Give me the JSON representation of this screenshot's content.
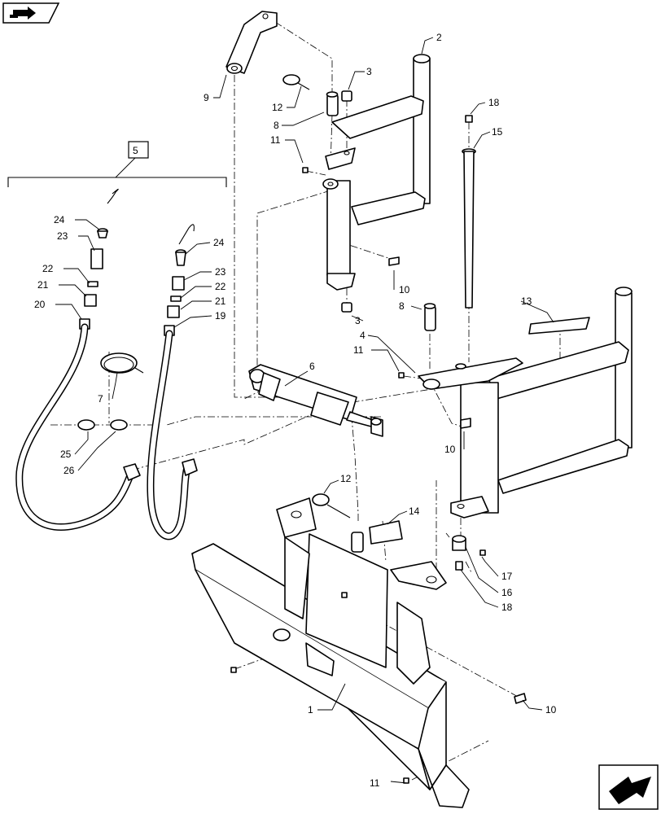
{
  "icons": {
    "top_left": "book-arrow-icon",
    "bottom_right": "next-page-arrow-icon"
  },
  "group_label": "5",
  "callouts": [
    {
      "id": "c1",
      "text": "1"
    },
    {
      "id": "c2",
      "text": "2"
    },
    {
      "id": "c3a",
      "text": "3"
    },
    {
      "id": "c3b",
      "text": "3"
    },
    {
      "id": "c4",
      "text": "4"
    },
    {
      "id": "c6",
      "text": "6"
    },
    {
      "id": "c7",
      "text": "7"
    },
    {
      "id": "c8a",
      "text": "8"
    },
    {
      "id": "c8b",
      "text": "8"
    },
    {
      "id": "c9",
      "text": "9"
    },
    {
      "id": "c10a",
      "text": "10"
    },
    {
      "id": "c10b",
      "text": "10"
    },
    {
      "id": "c10c",
      "text": "10"
    },
    {
      "id": "c11a",
      "text": "11"
    },
    {
      "id": "c11b",
      "text": "11"
    },
    {
      "id": "c11c",
      "text": "11"
    },
    {
      "id": "c12a",
      "text": "12"
    },
    {
      "id": "c12b",
      "text": "12"
    },
    {
      "id": "c13",
      "text": "13"
    },
    {
      "id": "c14",
      "text": "14"
    },
    {
      "id": "c15",
      "text": "15"
    },
    {
      "id": "c16",
      "text": "16"
    },
    {
      "id": "c17",
      "text": "17"
    },
    {
      "id": "c18a",
      "text": "18"
    },
    {
      "id": "c18b",
      "text": "18"
    },
    {
      "id": "c19",
      "text": "19"
    },
    {
      "id": "c20",
      "text": "20"
    },
    {
      "id": "c21a",
      "text": "21"
    },
    {
      "id": "c21b",
      "text": "21"
    },
    {
      "id": "c22a",
      "text": "22"
    },
    {
      "id": "c22b",
      "text": "22"
    },
    {
      "id": "c23a",
      "text": "23"
    },
    {
      "id": "c23b",
      "text": "23"
    },
    {
      "id": "c24a",
      "text": "24"
    },
    {
      "id": "c24b",
      "text": "24"
    },
    {
      "id": "c25",
      "text": "25"
    },
    {
      "id": "c26",
      "text": "26"
    }
  ]
}
